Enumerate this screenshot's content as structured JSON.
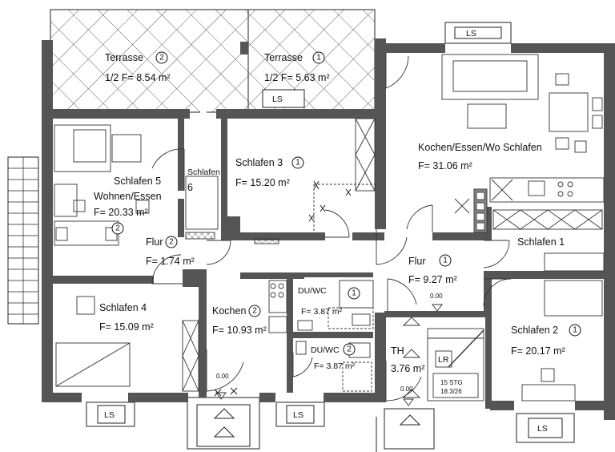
{
  "rooms": [
    {
      "id": "terrasse2",
      "name": "Terrasse",
      "num": "2",
      "area": "1/2  F= 8.54 m²"
    },
    {
      "id": "terrasse1",
      "name": "Terrasse",
      "num": "1",
      "area": "1/2  F= 5.63 m²"
    },
    {
      "id": "kochen_essen",
      "name": "Kochen/Essen/Wo Schlafen",
      "area": "F= 31.06 m²"
    },
    {
      "id": "schlafen5",
      "name": "Schlafen 5",
      "name2": "Wohnen/Essen",
      "area": "F= 20.33 m²",
      "num": "2"
    },
    {
      "id": "schlafen6",
      "name": "Schlafen",
      "name2": "6"
    },
    {
      "id": "schlafen3",
      "name": "Schlafen 3",
      "num": "1",
      "area": "F= 15.20 m²"
    },
    {
      "id": "schlafen1",
      "name": "Schlafen 1"
    },
    {
      "id": "flur2",
      "name": "Flur",
      "num": "2",
      "area": "F= 1.74 m²"
    },
    {
      "id": "flur1",
      "name": "Flur",
      "num": "1",
      "area": "F= 9.27 m²"
    },
    {
      "id": "schlafen4",
      "name": "Schlafen 4",
      "area": "F= 15.09 m²"
    },
    {
      "id": "kochen",
      "name": "Kochen",
      "num": "2",
      "area": "F= 10.93 m²"
    },
    {
      "id": "duwc1",
      "name": "DU/WC",
      "num": "1",
      "area": "F= 3.87 m²"
    },
    {
      "id": "duwc2",
      "name": "DU/WC",
      "num": "2",
      "area": "F= 3.87 m²"
    },
    {
      "id": "th",
      "name": "TH",
      "area": "3.76 m²"
    },
    {
      "id": "schlafen2",
      "name": "Schlafen 2",
      "num": "1",
      "area": "F= 20.17 m²"
    }
  ],
  "labels": {
    "ls": "LS",
    "lr": "LR",
    "level": "0.00",
    "stair_line1": "15 STG",
    "stair_line2": "18.3/26"
  }
}
